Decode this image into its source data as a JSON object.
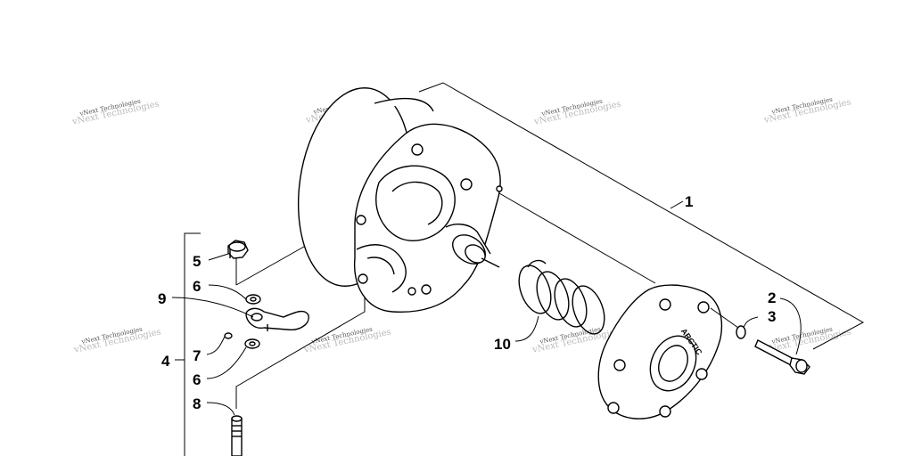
{
  "callouts": {
    "c1": "1",
    "c2": "2",
    "c3": "3",
    "c4": "4",
    "c5": "5",
    "c6a": "6",
    "c6b": "6",
    "c7": "7",
    "c8": "8",
    "c9": "9",
    "c10": "10"
  },
  "watermark": {
    "small": "vNext Technologies",
    "large": "vNext Technologies"
  },
  "brand_mark": "ARCTIC",
  "colors": {
    "line": "#000000",
    "background": "#ffffff",
    "watermark": "#555555"
  }
}
